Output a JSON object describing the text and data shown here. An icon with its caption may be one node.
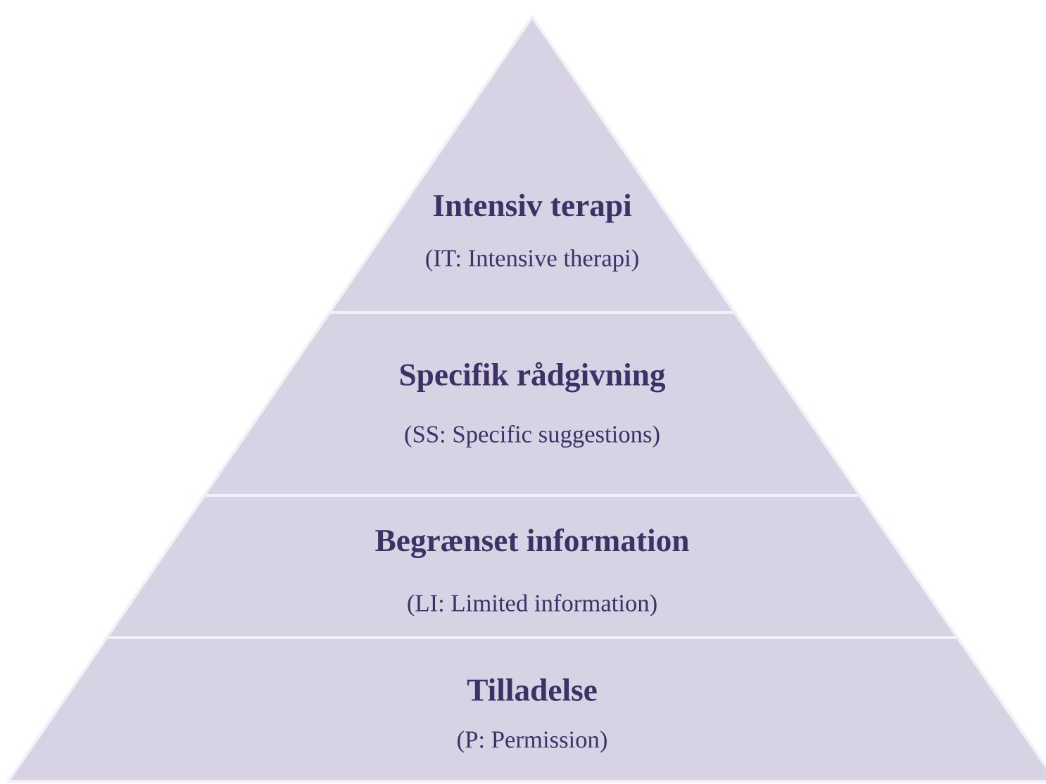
{
  "diagram": {
    "nodes": [
      {
        "text": [
          "Intensiv terapi",
          "(IT: Intensive therapi)"
        ]
      },
      {
        "text": [
          "Specifik rådgivning",
          "(SS: Specific suggestions)"
        ]
      },
      {
        "text": [
          "Begrænset information",
          "(LI: Limited information)"
        ]
      },
      {
        "text": [
          "Tilladelse",
          "(P: Permission)"
        ]
      }
    ]
  }
}
